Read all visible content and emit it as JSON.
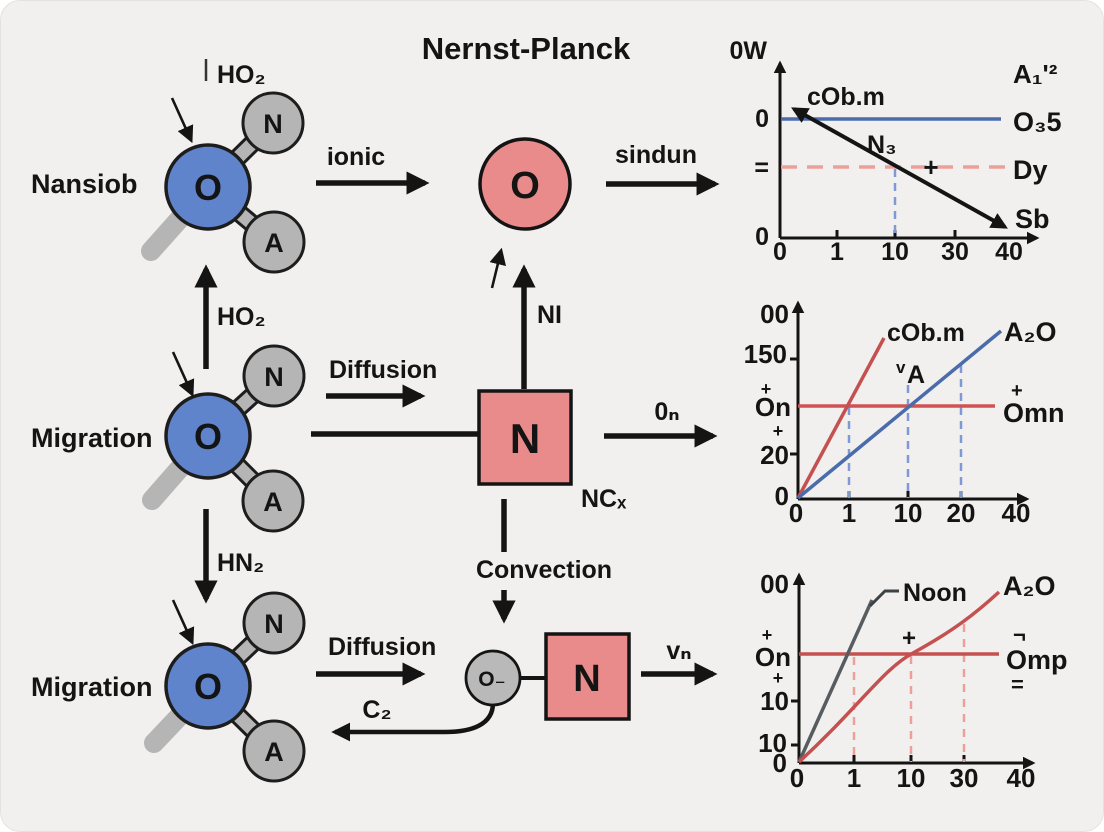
{
  "title": "Nernst-Planck",
  "colors": {
    "background": "#f1f0ee",
    "atom_blue": "#5f84cc",
    "atom_gray": "#b5b5b5",
    "node_red": "#ea8b8b",
    "line_blue": "#4a6cab",
    "line_red": "#c4504f",
    "line_gray": "#565c60",
    "dash_blue": "#7e99d4",
    "dash_red": "#eda09a",
    "ink": "#141414"
  },
  "flow": {
    "atoms": {
      "center": "O",
      "top": "N",
      "bottom": "A"
    },
    "row1": {
      "side_label": "Nansiob",
      "top_note": "HO₂",
      "ionic_label": "ionic",
      "ion_letter": "O",
      "sindun_label": "sindun"
    },
    "row2": {
      "side_label": "Migration",
      "up_label": "HO₂",
      "ni_label": "NI",
      "diffusion_label": "Diffusion",
      "box_letter": "N",
      "box_note": "NCₓ",
      "out_label": "0ₙ",
      "convection_label": "Convection"
    },
    "row3": {
      "side_label": "Migration",
      "down_label": "HN₂",
      "diffusion_label": "Diffusion",
      "c2_label": "C₂",
      "small_node_letter": "O₋",
      "box_letter": "N",
      "out_label": "vₙ"
    }
  },
  "chart_data": [
    {
      "type": "line",
      "position": "top-right",
      "ylabel": "0W",
      "corner_label": "A₁'²",
      "x_ticks": [
        "0",
        "1",
        "10",
        "30",
        "40"
      ],
      "y_ticks": [
        "0",
        "=",
        "0"
      ],
      "series": [
        {
          "name": "O₃5",
          "color": "#4a6cab",
          "style": "solid",
          "shape": "horizontal line at upper y tick 0, spanning x 0 to 40"
        },
        {
          "name": "N₃ (cOb.m → Sb)",
          "color": "#141414",
          "style": "solid, arrowheads both ends",
          "shape": "straight decreasing line from above upper 0 level at x=0 down to baseline at x=40; crosses Dy level at x=10"
        },
        {
          "name": "Dy",
          "color": "#eda09a",
          "style": "dashed",
          "shape": "horizontal line at '=' level with a + marker near x=25"
        }
      ],
      "guides": [
        {
          "axis": "x",
          "at": "10",
          "style": "dashed",
          "color": "#7e99d4"
        }
      ],
      "labels": {
        "cobm": "cOb.m",
        "n3": "N₃",
        "plus": "+",
        "o35": "O₃5",
        "dy": "Dy",
        "sb": "Sb"
      }
    },
    {
      "type": "line",
      "position": "middle-right",
      "x_ticks": [
        "0",
        "1",
        "10",
        "20",
        "40"
      ],
      "y_ticks": [
        "00",
        "150",
        "+",
        "On",
        "+",
        "20",
        "0"
      ],
      "series": [
        {
          "name": "cOb.m",
          "color": "#c4504f",
          "style": "solid",
          "shape": "steep line rising from origin; crosses On level at x=1"
        },
        {
          "name": "A₂O",
          "color": "#4a6cab",
          "style": "solid",
          "shape": "line rising from origin; crosses On level at x=10"
        },
        {
          "name": "Omn",
          "color": "#c4504f",
          "style": "solid",
          "shape": "horizontal line at On level, marked + above right end"
        }
      ],
      "guides": [
        {
          "axis": "x",
          "at": "1",
          "style": "dashed",
          "color": "#7e99d4"
        },
        {
          "axis": "x",
          "at": "10",
          "style": "dashed",
          "color": "#7e99d4"
        },
        {
          "axis": "x",
          "at": "20",
          "style": "dashed",
          "color": "#7e99d4"
        }
      ],
      "labels": {
        "cobm": "cOb.m",
        "a2o": "A₂O",
        "va_sup": "v",
        "va_main": "A",
        "omn_plus": "+",
        "omn": "Omn"
      }
    },
    {
      "type": "line",
      "position": "bottom-right",
      "x_ticks": [
        "0",
        "1",
        "10",
        "30",
        "40"
      ],
      "y_ticks": [
        "00",
        "+",
        "On",
        "+",
        "10",
        "10",
        "0"
      ],
      "series": [
        {
          "name": "Noon",
          "color": "#565c60",
          "style": "solid",
          "shape": "steep line rising from origin; crosses On level at x=1"
        },
        {
          "name": "A₂O",
          "color": "#c4504f",
          "style": "solid, slightly curved",
          "shape": "rises from origin; crosses On level at x=10"
        },
        {
          "name": "Omp",
          "color": "#c4504f",
          "style": "solid",
          "shape": "horizontal line at On level, marked ¬ above and = below at right"
        }
      ],
      "guides": [
        {
          "axis": "x",
          "at": "1",
          "style": "dashed",
          "color": "#eda09a"
        },
        {
          "axis": "x",
          "at": "10",
          "style": "dashed",
          "color": "#eda09a"
        },
        {
          "axis": "x",
          "at": "30",
          "style": "dashed",
          "color": "#eda09a"
        }
      ],
      "labels": {
        "noon": "Noon",
        "a2o": "A₂O",
        "plus": "+",
        "omp_neg": "¬",
        "omp": "Omp",
        "omp_eq": "="
      }
    }
  ]
}
